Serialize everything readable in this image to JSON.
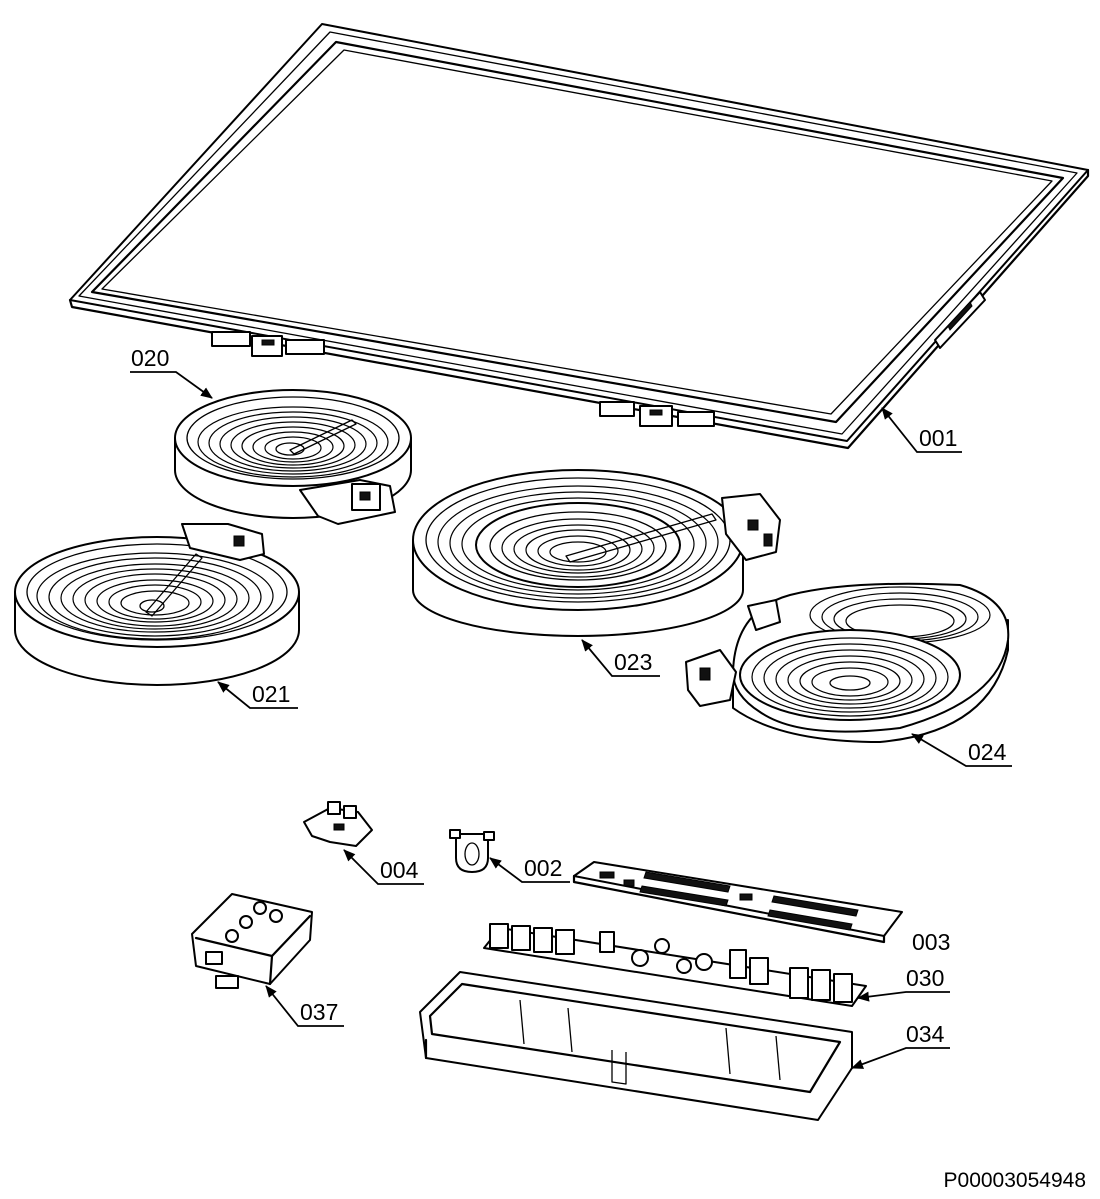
{
  "diagram": {
    "labels": {
      "p001": "001",
      "p002": "002",
      "p003": "003",
      "p004": "004",
      "p020": "020",
      "p021": "021",
      "p023": "023",
      "p024": "024",
      "p030": "030",
      "p034": "034",
      "p037": "037"
    },
    "reference_code": "P00003054948",
    "colors": {
      "line": "#000000",
      "background": "#ffffff"
    }
  }
}
